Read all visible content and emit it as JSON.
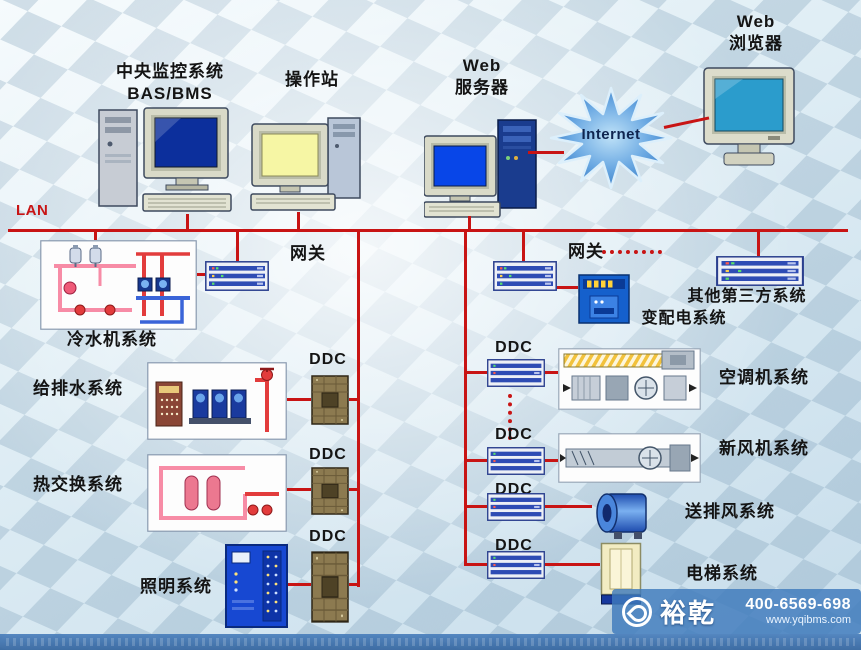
{
  "top_row": {
    "central_line1": "中央监控系统",
    "central_line2": "BAS/BMS",
    "operator": "操作站",
    "web_server_line1": "Web",
    "web_server_line2": "服务器",
    "internet": "Internet",
    "browser_line1": "Web",
    "browser_line2": "浏览器"
  },
  "network": {
    "lan": "LAN",
    "gateway_left": "网关",
    "gateway_right": "网关",
    "ddc": "DDC"
  },
  "left_systems": {
    "chiller": "冷水机系统",
    "water_supply": "给排水系统",
    "heat_exchange": "热交换系统",
    "lighting": "照明系统"
  },
  "right_systems": {
    "third_party": "其他第三方系统",
    "power_distribution": "变配电系统",
    "air_conditioning": "空调机系统",
    "fresh_air": "新风机系统",
    "supply_exhaust_fan": "送排风系统",
    "elevator": "电梯系统"
  },
  "watermark": {
    "brand": "裕乾",
    "phone": "400-6569-698",
    "website": "www.yqibms.com"
  }
}
